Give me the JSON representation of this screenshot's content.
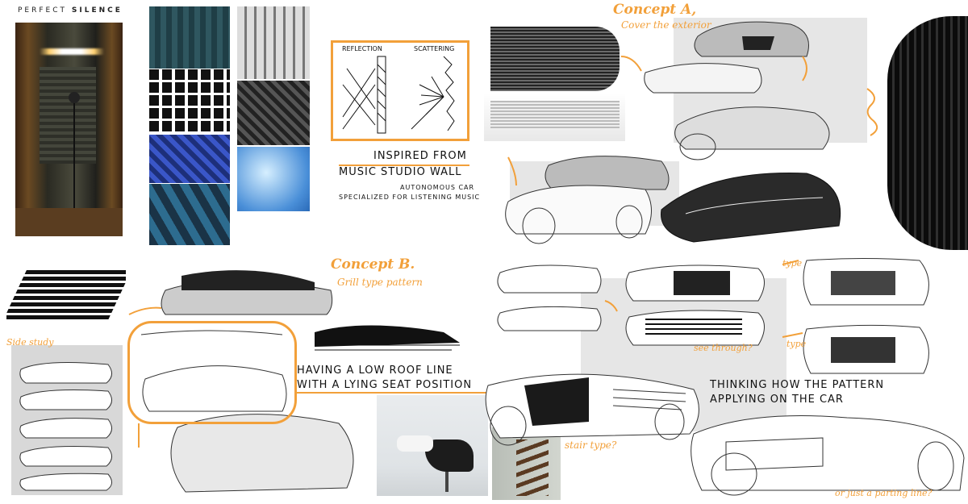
{
  "header": {
    "prefix": "PERFECT",
    "suffix": "SILENCE"
  },
  "diagram": {
    "reflection_label": "REFLECTION",
    "scattering_label": "SCATTERING"
  },
  "inspiration": {
    "title_line1": "INSPIRED FROM",
    "title_line2": "MUSIC STUDIO WALL",
    "sub_line1": "AUTONOMOUS CAR",
    "sub_line2": "SPECIALIZED FOR LISTENING MUSIC"
  },
  "concept_a": {
    "title": "Concept A,",
    "subtitle": "Cover the exterior"
  },
  "concept_b": {
    "title": "Concept B.",
    "subtitle": "Grill type pattern"
  },
  "side_study": {
    "label": "Side study"
  },
  "roof": {
    "line1": "HAVING A LOW ROOF LINE",
    "line2": "WITH  A LYING SEAT POSITION"
  },
  "pattern": {
    "line1": "THINKING HOW THE PATTERN",
    "line2": "APPLYING ON THE CAR"
  },
  "notes": {
    "type_a": "type",
    "type_b": "type",
    "see_through": "see through?",
    "stair_type": "stair type?",
    "parting_line": "or just a parting line?"
  },
  "colors": {
    "accent": "#f2a03a",
    "panel": "#e6e6e6",
    "ink": "#111111"
  }
}
